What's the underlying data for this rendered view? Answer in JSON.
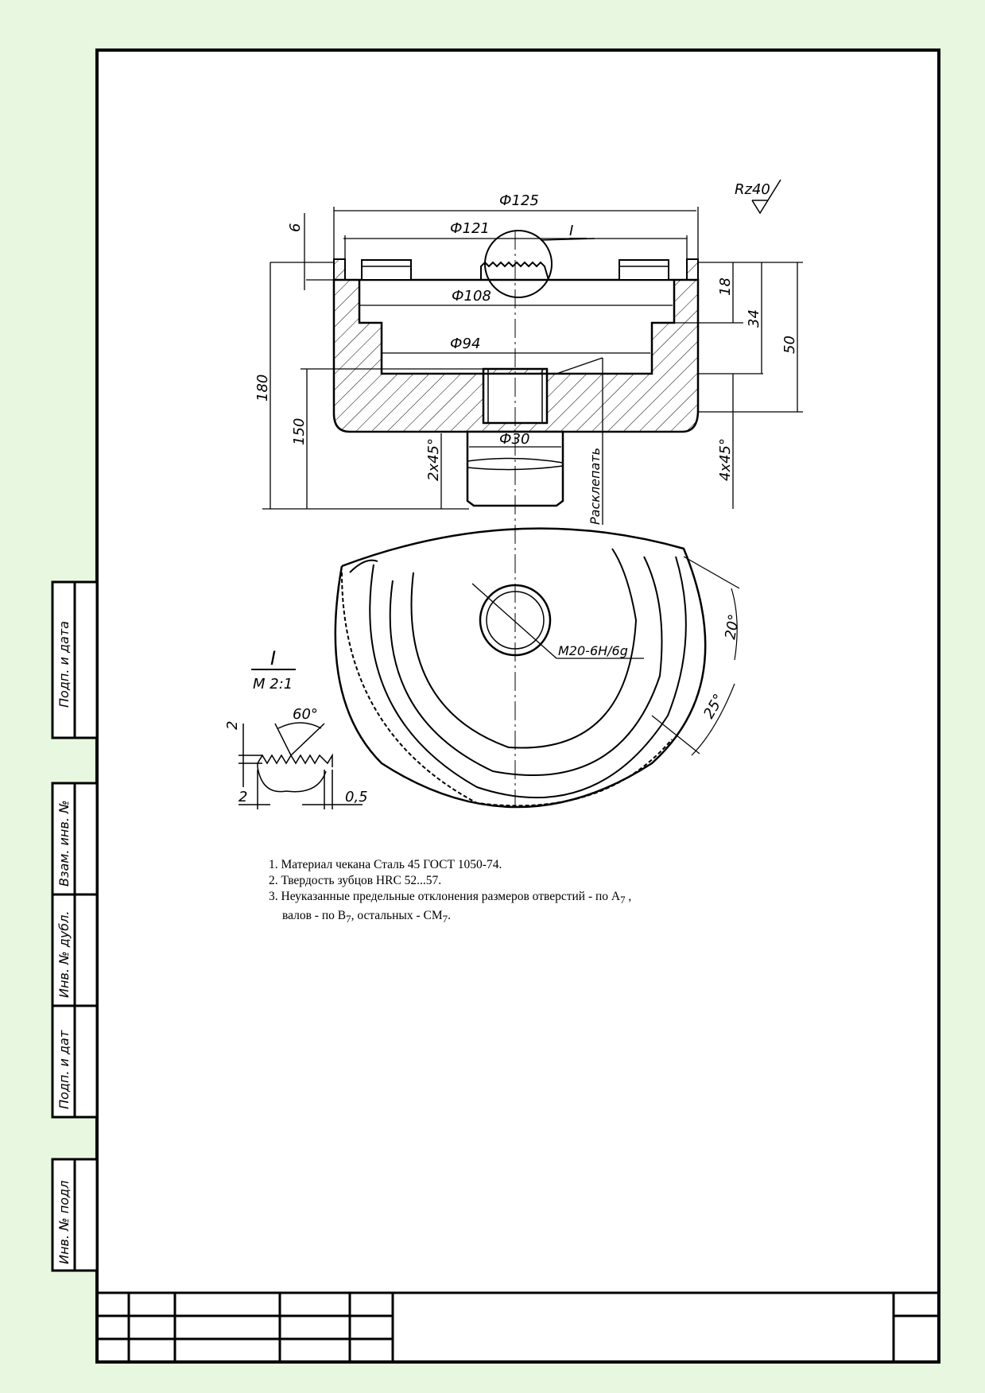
{
  "drawing": {
    "roughness": "Rz40",
    "top_view_dimensions": {
      "d125": "Ф125",
      "d121": "Ф121",
      "d108": "Ф108",
      "d94": "Ф94",
      "d30": "Ф30",
      "h6": "6",
      "h18": "18",
      "h34": "34",
      "h50": "50",
      "h180": "180",
      "h150": "150",
      "chamfer_left": "2x45°",
      "chamfer_right": "4x45°",
      "rivet": "Расклепать",
      "detail_mark": "I"
    },
    "plan_view": {
      "thread": "M20-6H/6g",
      "angle_20": "20°",
      "angle_25": "25°"
    },
    "detail_view": {
      "mark": "I",
      "scale": "M 2:1",
      "angle": "60°",
      "h2": "2",
      "w2": "2",
      "w05": "0,5"
    }
  },
  "notes": {
    "line1": "1. Материал чекана Сталь 45 ГОСТ 1050-74.",
    "line2": "2. Твердость зубцов HRC 52...57.",
    "line3_a": "3. Неуказанные предельные отклонения размеров отверстий - по А",
    "line3_a_sub": "7",
    "line3_a_end": " ,",
    "line3_b_a": "валов - по В",
    "line3_b_sub1": "7",
    "line3_b_b": ", остальных - СМ",
    "line3_b_sub2": "7",
    "line3_b_end": "."
  },
  "side_stamp": {
    "sign_date_1": "Подп. и дата",
    "replace_inv": "Взам. инв. №",
    "dup_inv": "Инв. № дубл.",
    "sign_date_2": "Подп. и дат",
    "orig_inv": "Инв. № подл"
  }
}
